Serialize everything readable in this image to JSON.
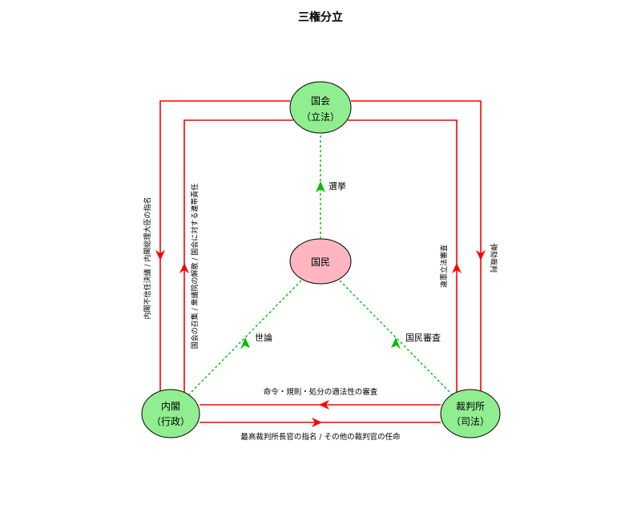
{
  "title": "三権分立",
  "nodes": {
    "diet": {
      "line1": "国会",
      "line2": "（立法）",
      "fill": "#90ee90"
    },
    "people": {
      "label": "国民",
      "fill": "#ffb6c1"
    },
    "cabinet": {
      "line1": "内閣",
      "line2": "（行政）",
      "fill": "#90ee90"
    },
    "court": {
      "line1": "裁判所",
      "line2": "（司法）",
      "fill": "#90ee90"
    }
  },
  "edges": {
    "election": "選挙",
    "public_opinion": "世論",
    "judicial_review_people": "国民審査",
    "no_confidence_nomination": "内閣不信任決議 / 内閣総理大臣の指名",
    "convene_dissolve": "国会の召集 / 衆議院の解散 / 国会に対する連帯責任",
    "unconstitutional_review": "違憲立法審査",
    "impeachment": "弾劾裁判",
    "order_review": "命令・規則・処分の適法性の審査",
    "chief_justice_appointment": "最高裁判所長官の指名 / その他の裁判官の任命"
  },
  "colors": {
    "power_arrow": "#ff0000",
    "people_arrow": "#00bb00",
    "node_stroke": "#000000"
  }
}
